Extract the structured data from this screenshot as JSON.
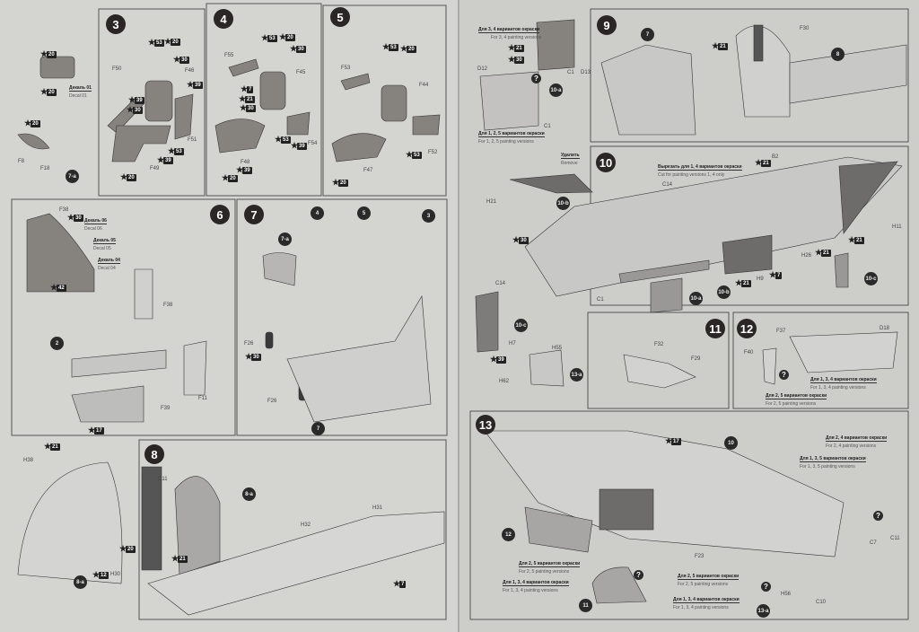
{
  "steps": {
    "s3": "3",
    "s4": "4",
    "s5": "5",
    "s6": "6",
    "s7": "7",
    "s8": "8",
    "s9": "9",
    "s10": "10",
    "s11": "11",
    "s12": "12",
    "s13": "13"
  },
  "badges": {
    "a7": "7-a",
    "a8": "8-a",
    "a10": "10-a",
    "b10": "10-b",
    "c10": "10-c",
    "a13": "13-a",
    "r2": "2",
    "r3": "3",
    "r4": "4",
    "r5": "5",
    "r7": "7",
    "r8": "8",
    "r10": "10",
    "r11": "11",
    "r12": "12"
  },
  "step3": {
    "parts": [
      "F50",
      "F46",
      "F51",
      "F49"
    ],
    "paints": [
      "53",
      "20",
      "30",
      "39",
      "39",
      "30",
      "53",
      "39",
      "20"
    ]
  },
  "step4": {
    "parts": [
      "F55",
      "F45",
      "F54",
      "F48"
    ],
    "paints": [
      "53",
      "20",
      "30",
      "7",
      "21",
      "30",
      "53",
      "39",
      "39",
      "20"
    ]
  },
  "step5": {
    "parts": [
      "F53",
      "F44",
      "F52",
      "F47"
    ],
    "paints": [
      "53",
      "20",
      "53",
      "20"
    ]
  },
  "step7a": {
    "parts": [
      "F8",
      "F18"
    ],
    "paints": [
      "20",
      "20",
      "20"
    ],
    "decal_ru": "Декаль 01",
    "decal_en": "Decal 01"
  },
  "step6": {
    "parts": [
      "F38",
      "F38",
      "F11",
      "F39"
    ],
    "paints": [
      "30",
      "42",
      "17"
    ],
    "decals": [
      {
        "ru": "Декаль 06",
        "en": "Decal 06"
      },
      {
        "ru": "Декаль 05",
        "en": "Decal 05"
      },
      {
        "ru": "Декаль 04",
        "en": "Decal 04"
      }
    ]
  },
  "step7": {
    "parts": [
      "F26",
      "F26"
    ],
    "paints": [
      "30"
    ]
  },
  "step8a": {
    "parts": [
      "H38",
      "H30"
    ],
    "paints": [
      "21",
      "20",
      "12"
    ]
  },
  "step8": {
    "parts": [
      "D11",
      "H32",
      "H31"
    ],
    "paints": [
      "21",
      "7"
    ]
  },
  "step10a": {
    "note1_ru": "Для 3, 4 вариантов окраски",
    "note1_en": "For 3, 4 painting versions",
    "note2_ru": "Для 1, 2, 5 вариантов окраски",
    "note2_en": "For 1, 2, 5 painting versions",
    "parts": [
      "D12",
      "C1",
      "D13",
      "C1"
    ],
    "paints": [
      "21",
      "30"
    ]
  },
  "step9": {
    "parts": [
      "F30"
    ],
    "paints": [
      "21"
    ]
  },
  "step10": {
    "remove_ru": "Удалить",
    "remove_en": "Remove",
    "cut_ru": "Вырезать для 1, 4 вариантов окраски",
    "cut_en": "Cut for painting versions 1, 4 only",
    "parts": [
      "H21",
      "B2",
      "C14",
      "H11",
      "H26",
      "H9",
      "C1",
      "C14",
      "H7",
      "H55",
      "H62"
    ],
    "paints": [
      "21",
      "30",
      "21",
      "21",
      "7",
      "21",
      "39"
    ]
  },
  "step11": {
    "parts": [
      "F32",
      "F29"
    ]
  },
  "step12": {
    "parts": [
      "F37",
      "D18",
      "F40"
    ],
    "note1_ru": "Для 1, 3, 4 вариантов окраски",
    "note1_en": "For 1, 3, 4 painting versions",
    "note2_ru": "Для 2, 5 вариантов окраски",
    "note2_en": "For 2, 5 painting versions"
  },
  "step13": {
    "parts": [
      "F23",
      "H56",
      "C10",
      "C7",
      "C11"
    ],
    "paints": [
      "17"
    ],
    "notes": [
      {
        "ru": "Для 2, 4 вариантов окраски",
        "en": "For 2, 4 painting versions"
      },
      {
        "ru": "Для 1, 3, 5 вариантов окраски",
        "en": "For 1, 3, 5 painting versions"
      },
      {
        "ru": "Для 2, 5 вариантов окраски",
        "en": "For 2, 5 painting versions"
      },
      {
        "ru": "Для 1, 3, 4 вариантов окраски",
        "en": "For 1, 3, 4 painting versions"
      },
      {
        "ru": "Для 2, 5 вариантов окраски",
        "en": "For 2, 5 painting versions"
      },
      {
        "ru": "Для 1, 3, 4 вариантов окраски",
        "en": "For 1, 3, 4 painting versions"
      }
    ]
  },
  "question_mark": "?",
  "colors": {
    "paper": "#d6d6d3",
    "ink": "#2a2a2a",
    "part_fill": "#8c8a88",
    "light_part": "#c8c8c6"
  }
}
